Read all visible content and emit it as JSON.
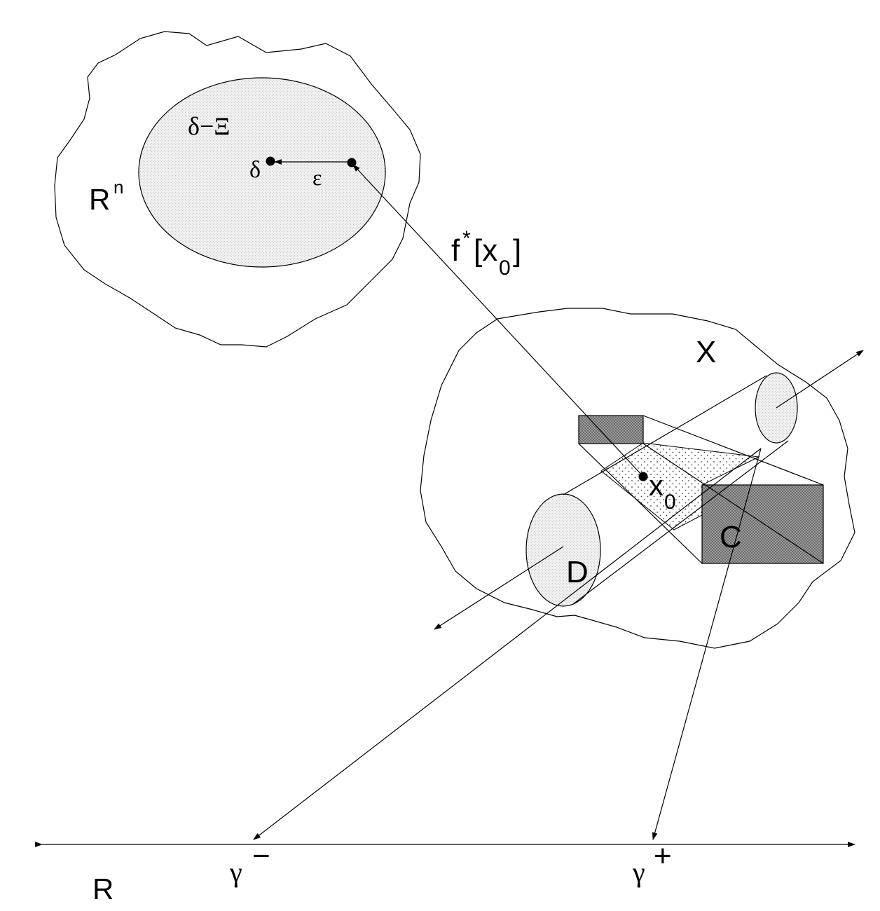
{
  "labels": {
    "rn_base": "R",
    "rn_sup": "n",
    "delta_xi": "δ−Ξ",
    "delta": "δ",
    "epsilon": "ε",
    "f_base": "f",
    "f_star": "*",
    "f_bracket_open": "[x",
    "f_sub": "0",
    "f_bracket_close": " ]",
    "x_set": "X",
    "x0_base": "x",
    "x0_sub": "0",
    "c_set": "C",
    "d_set": "D",
    "r_line": "R",
    "gamma_minus": "γ",
    "minus_sign": "−",
    "gamma_plus": "γ",
    "plus_sign": "+"
  },
  "colors": {
    "stroke": "#000000",
    "light_fill": "#ececec",
    "dark_fill": "#8a8a8a",
    "dot_fill": "#555555"
  }
}
